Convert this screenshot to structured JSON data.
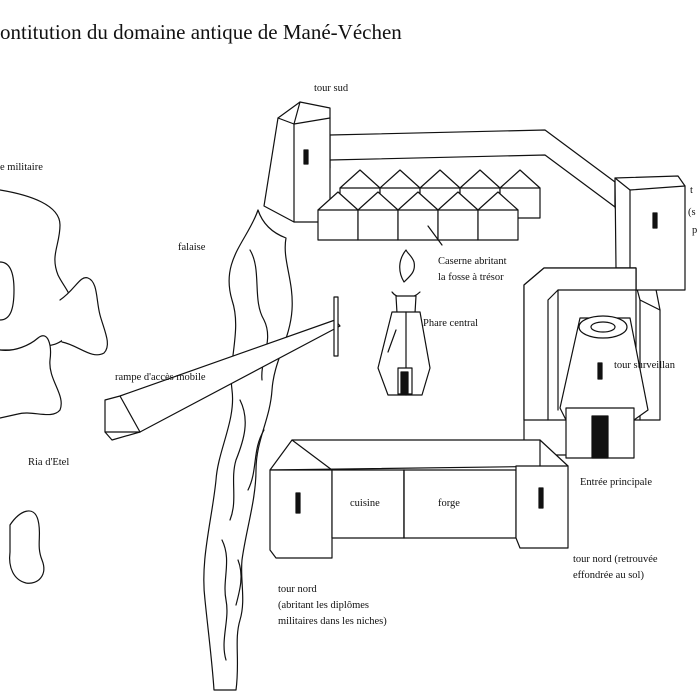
{
  "title": "ontitution du domaine antique de Mané-Véchen",
  "labels": {
    "tour_sud": "tour sud",
    "militaire": "e militaire",
    "falaise": "falaise",
    "caserne_1": "Caserne abritant",
    "caserne_2": "la fosse à trésor",
    "phare": "Phare central",
    "rampe": "rampe d'accès mobile",
    "ria": "Ria d'Etel",
    "tour_surveillance": "tour surveillan",
    "entree": "Entrée principale",
    "cuisine": "cuisine",
    "forge": "forge",
    "tour_nord_left_1": "tour nord",
    "tour_nord_left_2": "(abritant les diplômes",
    "tour_nord_left_3": "militaires dans les niches)",
    "tour_nord_right_1": "tour nord (retrouvée",
    "tour_nord_right_2": "effondrée au sol)",
    "edge_t": "t",
    "edge_s": "(s",
    "edge_p": "p"
  }
}
